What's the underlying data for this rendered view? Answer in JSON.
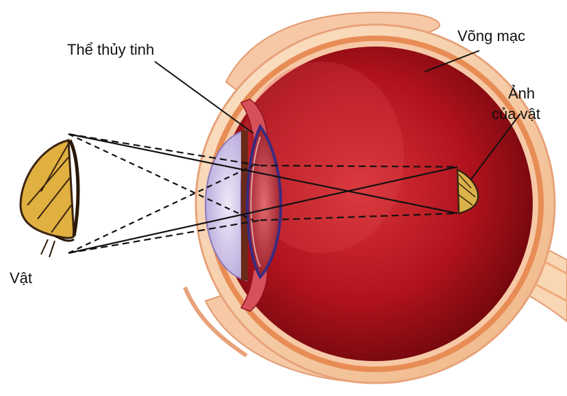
{
  "labels": {
    "lens": "Thể thủy tinh",
    "retina": "Võng mạc",
    "image_line1": "Ảnh",
    "image_line2": "của vật",
    "object": "Vật"
  },
  "colors": {
    "eyeball_inner": "#b0121c",
    "eyeball_edge": "#7c0a10",
    "sclera": "#f4c9a2",
    "retina_band": "#e88c55",
    "cornea": "#c8b7e6",
    "lens": "#b22236",
    "butterfly_wing": "#e0b040",
    "butterfly_vein": "#3a2410",
    "ray": "#111111"
  },
  "icons": [
    "butterfly-object",
    "butterfly-image"
  ]
}
